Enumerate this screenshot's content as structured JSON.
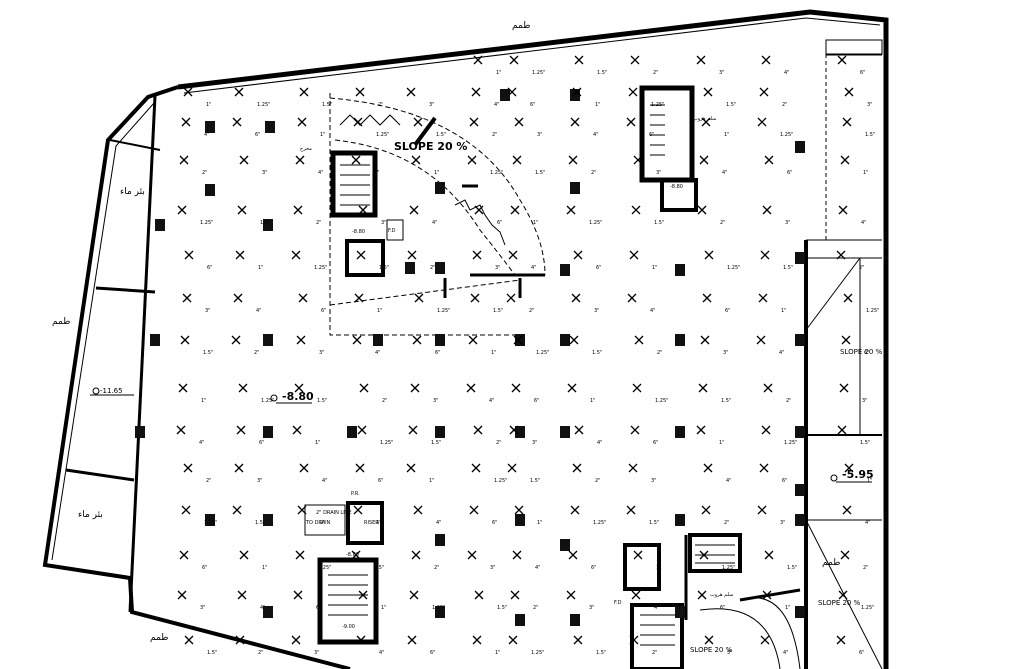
{
  "plan": {
    "labels": {
      "slope_ramp_top": "SLOPE 20 %",
      "slope_ramp_right": "SLOPE 20 %",
      "slope_ramp_right_lower": "SLOPE 20 %",
      "slope_ramp_bottom": "SLOPE 20 %",
      "level_main": "-8.80",
      "level_left": "-11.65",
      "level_right": "-5.95",
      "stair_a_level": "-8.80",
      "stair_b_level": "-8.80",
      "stair_b_low": "-9.00",
      "stair_c_level": "-8.80",
      "fd_a": "F.D",
      "fd_b": "F.D",
      "drain_note_1": "TO DRAIN",
      "drain_note_2": "2\" DRAIN LINE",
      "riser_a": "RISER",
      "riser_b": "P.R.",
      "note_exit": "مخرج",
      "note_fire": "سلم هروب",
      "note_fire_2": "سلم هروب",
      "arabic_tank_1": "بئر ماء",
      "arabic_tank_2": "بئر ماء",
      "arabic_tamam_top": "طمم",
      "arabic_tamam_left": "طمم",
      "arabic_tamam_bottom": "طمم",
      "arabic_tamam_right": "طمم"
    },
    "slope_dims": [
      "1\"",
      "1.25\"",
      "1.5\"",
      "2\"",
      "3\"",
      "4\"",
      "6\""
    ]
  }
}
